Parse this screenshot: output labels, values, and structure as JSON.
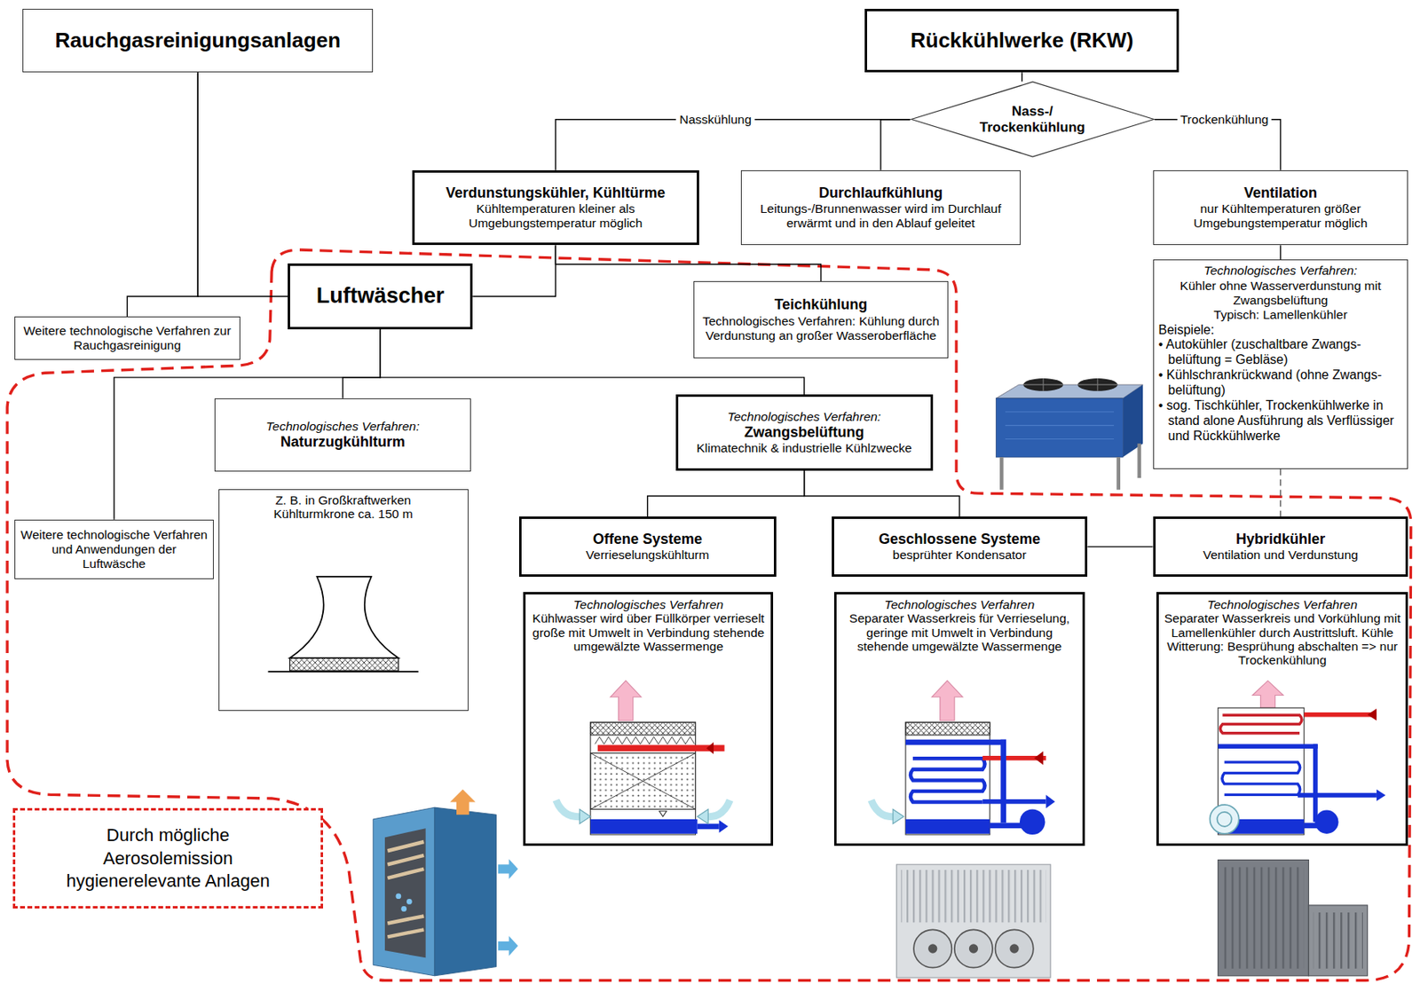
{
  "diagram": {
    "nodes": [
      {
        "text": [
          "Rauchgasreinigungsanlagen"
        ]
      },
      {
        "text": [
          "Rückkühlwerke (RKW)"
        ]
      },
      {
        "text": [
          "Nass-/ Trockenkühlung"
        ]
      },
      {
        "text": [
          "Verdunstungskühler, Kühltürme",
          "Kühltemperaturen kleiner als Umgebungstemperatur möglich"
        ]
      },
      {
        "text": [
          "Durchlaufkühlung",
          "Leitungs-/Brunnenwasser wird im Durchlauf erwärmt und in den Ablauf geleitet"
        ]
      },
      {
        "text": [
          "Ventilation",
          "nur Kühltemperaturen größer Umgebungstemperatur möglich"
        ]
      },
      {
        "text": [
          "Technologisches Verfahren:",
          "Kühler ohne Wasserverdunstung mit Zwangsbelüftung",
          "Typisch: Lamellenkühler",
          "Beispiele:",
          "• Autokühler (zuschaltbare Zwangs- belüftung = Gebläse)",
          "• Kühlschrankrückwand (ohne Zwangs- belüftung)",
          "• sog. Tischkühler, Trockenkühlwerke in stand alone Ausführung als Verflüssiger und Rückkühlwerke"
        ]
      },
      {
        "text": [
          "Luftwäscher"
        ]
      },
      {
        "text": [
          "Weitere technologische Verfahren zur Rauchgasreinigung"
        ]
      },
      {
        "text": [
          "Teichkühlung",
          "Technologisches Verfahren: Kühlung durch Verdunstung an großer Wasseroberfläche"
        ]
      },
      {
        "text": [
          "Weitere technologische Verfahren und Anwendungen der Luftwäsche"
        ]
      },
      {
        "text": [
          "Technologisches Verfahren:",
          "Naturzugkühlturm"
        ]
      },
      {
        "text": [
          "Z. B. in Großkraftwerken Kühlturmkrone ca. 150 m"
        ]
      },
      {
        "text": [
          "Technologisches Verfahren:",
          "Zwangsbelüftung",
          "Klimatechnik & industrielle Kühlzwecke"
        ]
      },
      {
        "text": [
          "Offene Systeme",
          "Verrieselungskühlturm"
        ]
      },
      {
        "text": [
          "Geschlossene Systeme",
          "besprühter Kondensator"
        ]
      },
      {
        "text": [
          "Hybridkühler",
          "Ventilation und Verdunstung"
        ]
      },
      {
        "text": [
          "Technologisches Verfahren",
          "Kühlwasser wird über Füllkörper verrieselt große mit Umwelt in Verbindung stehende umgewälzte Wassermenge"
        ]
      },
      {
        "text": [
          "Technologisches Verfahren",
          "Separater Wasserkreis für Verrieselung, geringe mit Umwelt in Verbindung stehende umgewälzte Wassermenge"
        ]
      },
      {
        "text": [
          "Technologisches Verfahren",
          "Separater Wasserkreis und Vorkühlung mit Lamellenkühler durch Austrittsluft. Kühle Witterung: Besprühung abschalten => nur Trockenkühlung"
        ]
      },
      {
        "text": [
          "Durch mögliche Aerosolemission hygienerelevante Anlagen"
        ]
      }
    ],
    "edges": [
      {
        "from": 0,
        "to": 7,
        "arrow": "none"
      },
      {
        "from": 0,
        "to": 8,
        "arrow": "none"
      },
      {
        "from": 1,
        "to": 2,
        "arrow": "none"
      },
      {
        "from": 2,
        "to": 3,
        "label": "Nasskühlung",
        "arrow": "none"
      },
      {
        "from": 2,
        "to": 4,
        "arrow": "none"
      },
      {
        "from": 2,
        "to": 5,
        "label": "Trockenkühlung",
        "arrow": "none"
      },
      {
        "from": 5,
        "to": 6,
        "arrow": "none"
      },
      {
        "from": 3,
        "to": 7,
        "arrow": "none"
      },
      {
        "from": 3,
        "to": 9,
        "arrow": "none"
      },
      {
        "from": 7,
        "to": 10,
        "arrow": "none"
      },
      {
        "from": 7,
        "to": 11,
        "arrow": "none"
      },
      {
        "from": 7,
        "to": 13,
        "arrow": "none"
      },
      {
        "from": 13,
        "to": 14,
        "arrow": "none"
      },
      {
        "from": 13,
        "to": 15,
        "arrow": "none"
      },
      {
        "from": 15,
        "to": 16,
        "arrow": "none"
      },
      {
        "from": 6,
        "to": 16,
        "arrow": "none"
      }
    ]
  }
}
